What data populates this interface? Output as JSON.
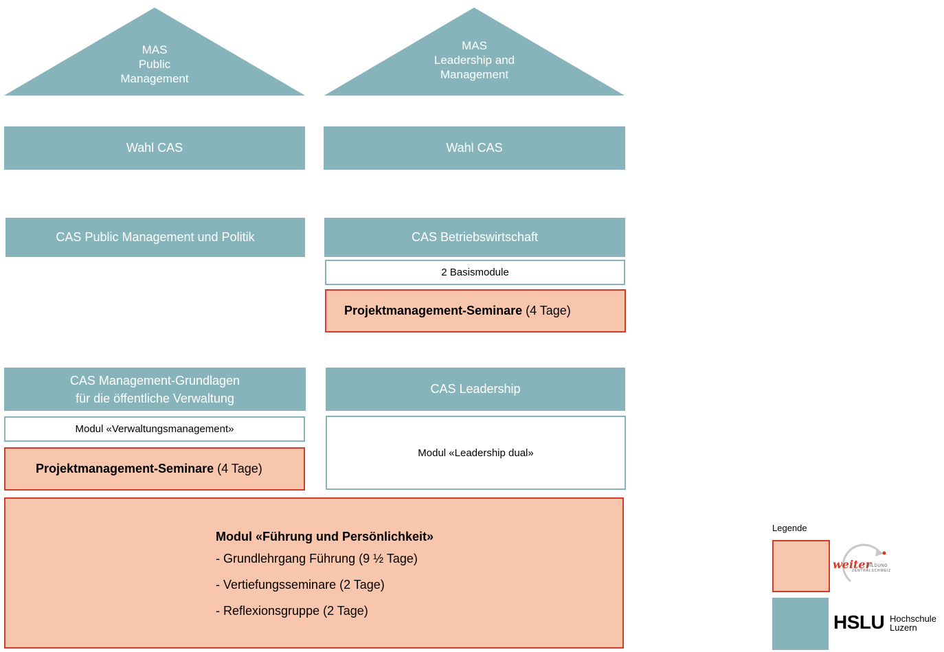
{
  "left_column": {
    "roof_lines": [
      "MAS",
      "Public",
      "Management"
    ],
    "wahl_cas": "Wahl CAS",
    "cas_top": "CAS Public Management und Politik",
    "cas_bottom_lines": [
      "CAS Management-Grundlagen",
      "für die öffentliche Verwaltung"
    ],
    "module_white": "Modul «Verwaltungsmanagement»",
    "seminar_bold": "Projektmanagement-Seminare",
    "seminar_rest": " (4 Tage)"
  },
  "right_column": {
    "roof_lines": [
      "MAS",
      "Leadership and",
      "Management"
    ],
    "wahl_cas": "Wahl CAS",
    "cas_top": "CAS Betriebswirtschaft",
    "basismodule": "2 Basismodule",
    "seminar_bold": "Projektmanagement-Seminare",
    "seminar_rest": " (4 Tage)",
    "cas_bottom": "CAS Leadership",
    "module_white": "Modul «Leadership dual»"
  },
  "shared_module": {
    "title": "Modul «Führung und Persönlichkeit»",
    "items": [
      "- Grundlehrgang Führung (9 ½ Tage)",
      "- Vertiefungsseminare (2 Tage)",
      "- Reflexionsgruppe (2 Tage)"
    ]
  },
  "legend": {
    "title": "Legende",
    "weiterbildung_logo": {
      "word": "weiter",
      "sub1": "BILDUNG",
      "sub2": "ZENTRALSCHWEIZ"
    },
    "hslu_logo": {
      "word": "HSLU",
      "sub1": "Hochschule",
      "sub2": "Luzern"
    }
  },
  "colors": {
    "teal": "#86b4ba",
    "salmon": "#f8c5ad",
    "red_border": "#d63a2a"
  }
}
